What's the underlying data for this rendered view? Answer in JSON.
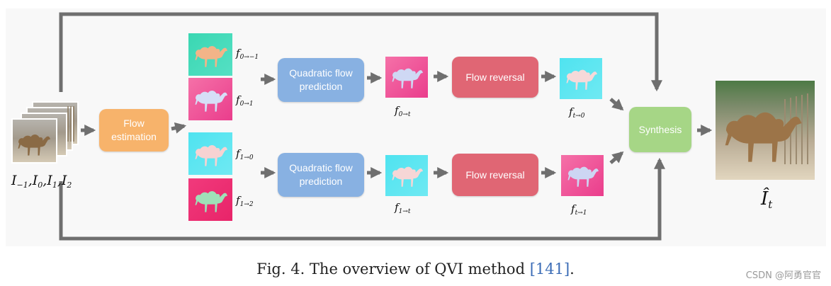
{
  "colors": {
    "arrow": "#6f6f6f",
    "blue_block": "#88b1e2",
    "red_block": "#e06674",
    "orange_block": "#f7b36b",
    "green_block": "#a6d686",
    "flow_cyan": "#52e2ee",
    "flow_pink": "#f0509a",
    "flow_teal": "#3fd6b8",
    "flow_magenta": "#ee2f76"
  },
  "blocks": {
    "flow_estimation": "Flow\nestimation",
    "quadratic_top": "Quadratic flow\nprediction",
    "quadratic_bottom": "Quadratic flow\nprediction",
    "reversal_top": "Flow reversal",
    "reversal_bottom": "Flow reversal",
    "synthesis": "Synthesis"
  },
  "labels": {
    "input_frames": {
      "i1": "I",
      "s1": "−1",
      "i2": "I",
      "s2": "0",
      "i3": "I",
      "s3": "1",
      "i4": "I",
      "s4": "2"
    },
    "f_0_m1": {
      "f": "f",
      "sub": "0→−1"
    },
    "f_0_1": {
      "f": "f",
      "sub": "0→1"
    },
    "f_1_0": {
      "f": "f",
      "sub": "1→0"
    },
    "f_1_2": {
      "f": "f",
      "sub": "1→2"
    },
    "f_0_t": {
      "f": "f",
      "sub": "0→t"
    },
    "f_1_t": {
      "f": "f",
      "sub": "1→t"
    },
    "f_t_0": {
      "f": "f",
      "sub": "t→0"
    },
    "f_t_1": {
      "f": "f",
      "sub": "t→1"
    },
    "output": {
      "hat": "Î",
      "sub": "t"
    }
  },
  "caption": {
    "prefix": "Fig. 4.  The overview of QVI method ",
    "ref": "[141]",
    "suffix": "."
  },
  "watermark": "CSDN @阿勇官官"
}
